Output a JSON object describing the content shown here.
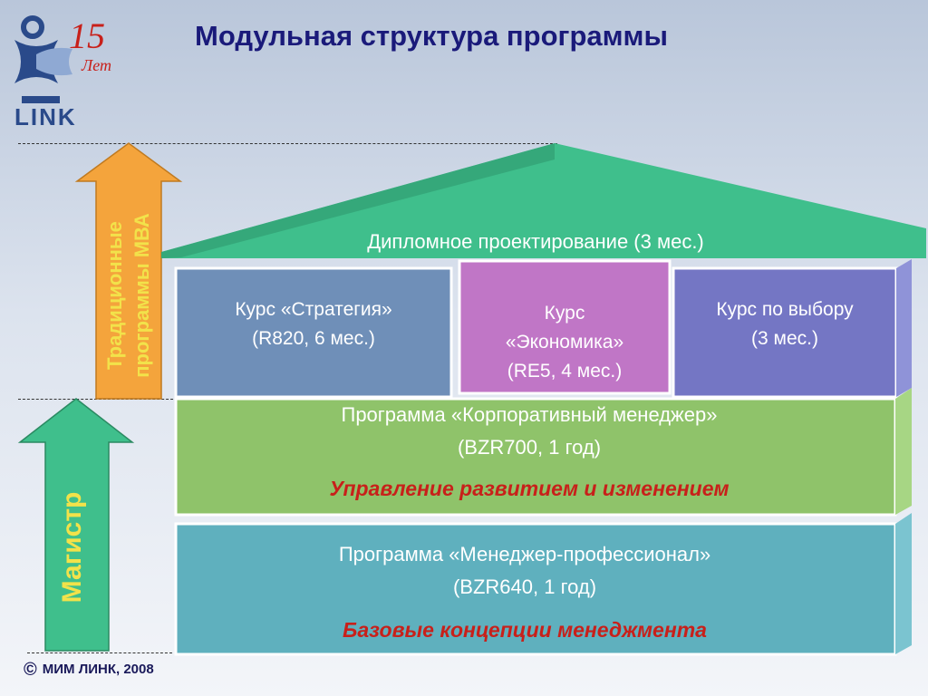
{
  "title": "Модульная структура программы",
  "logo": {
    "number": "15",
    "script": "Лет",
    "brand": "LINK"
  },
  "roof": {
    "label": "Дипломное проектирование (3 мес.)",
    "color": "#3fbf8c"
  },
  "courses": [
    {
      "line1": "Курс «Стратегия»",
      "line2": "(R820, 6 мес.)",
      "color": "#6f8fb8"
    },
    {
      "line1": "Курс",
      "line2": "«Экономика»",
      "line3": "(RE5, 4 мес.)",
      "color": "#c076c6"
    },
    {
      "line1": "Курс по выбору",
      "line2": "(3 мес.)",
      "color": "#7476c4"
    }
  ],
  "corporate": {
    "line1": "Программа «Корпоративный менеджер»",
    "line2": "(BZR700, 1 год)",
    "subtitle": "Управление развитием и изменением",
    "color": "#8fc36a"
  },
  "professional": {
    "line1": "Программа «Менеджер-профессионал»",
    "line2": "(BZR640, 1 год)",
    "subtitle": "Базовые концепции менеджмента",
    "color": "#5fb0be"
  },
  "arrows": {
    "mba": {
      "line1": "Традиционные",
      "line2": "программы МВА",
      "color": "#f4a43c",
      "text_color": "#f2e24a"
    },
    "master": {
      "label": "Магистр",
      "color": "#3fbf8c",
      "text_color": "#f2e24a"
    }
  },
  "copyright": {
    "symbol": "©",
    "text": "МИМ ЛИНК, 2008"
  }
}
